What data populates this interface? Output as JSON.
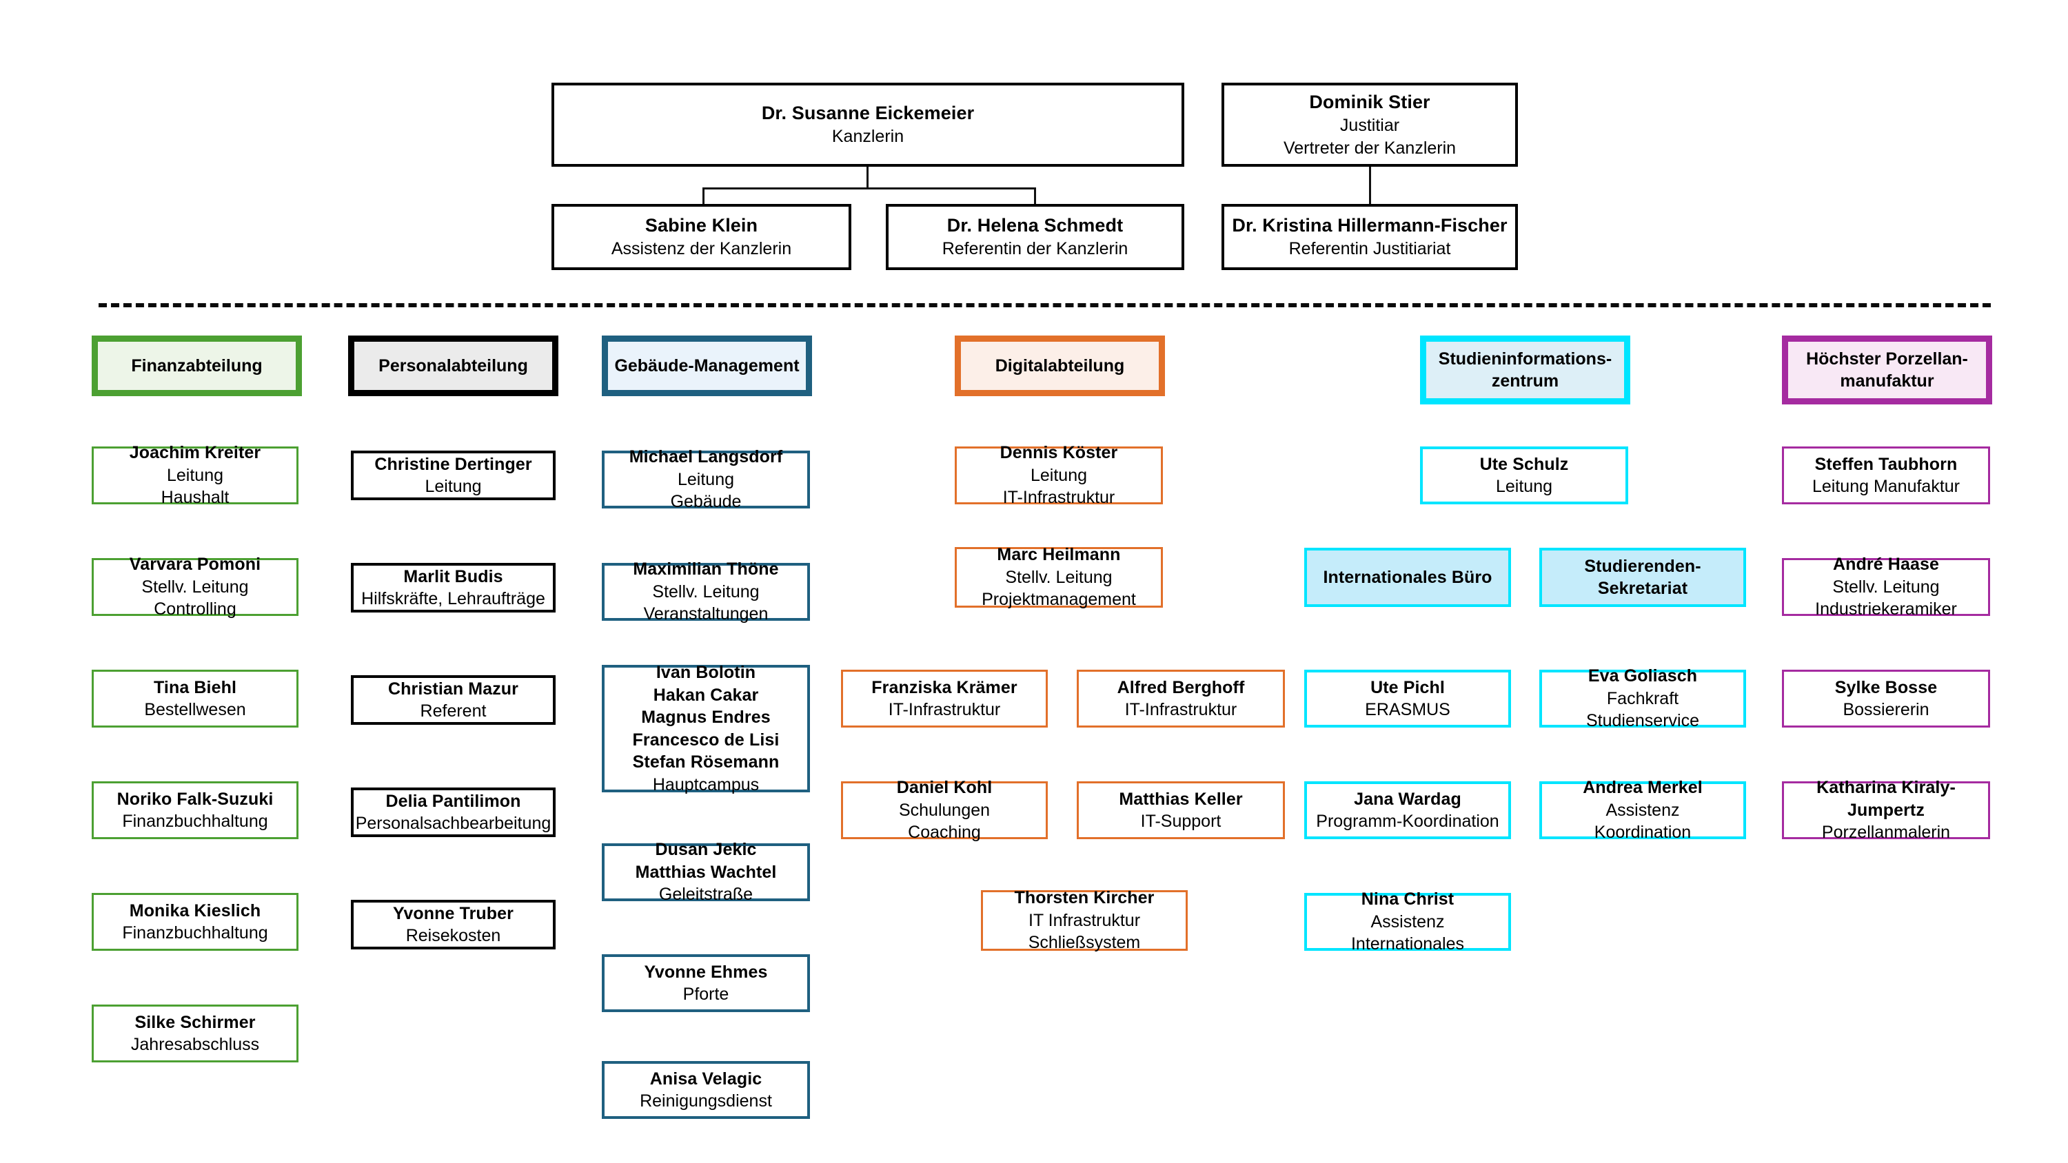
{
  "executive": {
    "chancellor": {
      "name": "Dr. Susanne Eickemeier",
      "role": "Kanzlerin"
    },
    "legal": {
      "name": "Dominik Stier",
      "role": "Justitiar",
      "role2": "Vertreter der Kanzlerin"
    },
    "assistants": [
      {
        "name": "Sabine Klein",
        "role": "Assistenz der Kanzlerin"
      },
      {
        "name": "Dr. Helena Schmedt",
        "role": "Referentin der Kanzlerin"
      },
      {
        "name": "Dr. Kristina Hillermann-Fischer",
        "role": "Referentin Justitiariat"
      }
    ]
  },
  "departments": [
    {
      "header": "Finanzabteilung",
      "accent": "#4CA032",
      "fill": "#EDF5E8",
      "members": [
        {
          "name": "Joachim Kreiter",
          "role": "Leitung",
          "role2": "Haushalt"
        },
        {
          "name": "Varvara Pomoni",
          "role": "Stellv. Leitung",
          "role2": "Controlling"
        },
        {
          "name": "Tina Biehl",
          "role": "Bestellwesen"
        },
        {
          "name": "Noriko Falk-Suzuki",
          "role": "Finanzbuchhaltung"
        },
        {
          "name": "Monika Kieslich",
          "role": "Finanzbuchhaltung"
        },
        {
          "name": "Silke Schirmer",
          "role": "Jahresabschluss"
        }
      ]
    },
    {
      "header": "Personalabteilung",
      "accent": "#000000",
      "fill": "#EBEBEB",
      "members": [
        {
          "name": "Christine Dertinger",
          "role": "Leitung"
        },
        {
          "name": "Marlit Budis",
          "role": "Hilfskräfte, Lehraufträge"
        },
        {
          "name": "Christian Mazur",
          "role": "Referent"
        },
        {
          "name": "Delia Pantilimon",
          "role": "Personalsachbearbeitung"
        },
        {
          "name": "Yvonne Truber",
          "role": "Reisekosten"
        }
      ]
    },
    {
      "header": "Gebäude-Management",
      "accent": "#1F6080",
      "fill": "#EAF3FB",
      "members": [
        {
          "name": "Michael Langsdorf",
          "role": "Leitung",
          "role2": "Gebäude"
        },
        {
          "name": "Maximilian Thöne",
          "role": "Stellv. Leitung",
          "role2": "Veranstaltungen"
        },
        {
          "name": "Ivan Bolotin\nHakan Cakar\nMagnus Endres\nFrancesco de Lisi\nStefan Rösemann",
          "role": "Hauptcampus"
        },
        {
          "name": "Dusan Jekic\nMatthias Wachtel",
          "role": "Geleitstraße"
        },
        {
          "name": "Yvonne Ehmes",
          "role": "Pforte"
        },
        {
          "name": "Anisa Velagic",
          "role": "Reinigungsdienst"
        }
      ]
    },
    {
      "header": "Digitalabteilung",
      "accent": "#E2702A",
      "fill": "#FCEFE8",
      "members": [
        {
          "name": "Dennis Köster",
          "role": "Leitung",
          "role2": "IT-Infrastruktur"
        },
        {
          "name": "Marc Heilmann",
          "role": "Stellv. Leitung",
          "role2": "Projektmanagement"
        },
        {
          "name": "Franziska Krämer",
          "role": "IT-Infrastruktur"
        },
        {
          "name": "Alfred Berghoff",
          "role": "IT-Infrastruktur"
        },
        {
          "name": "Daniel Kohl",
          "role": "Schulungen",
          "role2": "Coaching"
        },
        {
          "name": "Matthias Keller",
          "role": "IT-Support"
        },
        {
          "name": "Thorsten Kircher",
          "role": "IT Infrastruktur",
          "role2": "Schließsystem"
        }
      ]
    },
    {
      "header": "Studieninformations-\nzentrum",
      "accent": "#00E5FF",
      "fill": "#DDEFF7",
      "subgroups": [
        {
          "title": "Internationales Büro"
        },
        {
          "title": "Studierenden-\nSekretariat"
        }
      ],
      "members": [
        {
          "name": "Ute Schulz",
          "role": "Leitung"
        },
        {
          "name": "Ute Pichl",
          "role": "ERASMUS"
        },
        {
          "name": "Eva Goliasch",
          "role": "Fachkraft",
          "role2": "Studienservice"
        },
        {
          "name": "Jana Wardag",
          "role": "Programm-Koordination"
        },
        {
          "name": "Andrea Merkel",
          "role": "Assistenz",
          "role2": "Koordination"
        },
        {
          "name": "Nina Christ",
          "role": "Assistenz",
          "role2": "Internationales"
        }
      ]
    },
    {
      "header": "Höchster Porzellan-\nmanufaktur",
      "accent": "#A52BA0",
      "fill": "#F8E8F5",
      "members": [
        {
          "name": "Steffen Taubhorn",
          "role": "Leitung Manufaktur"
        },
        {
          "name": "André Haase",
          "role": "Stellv. Leitung",
          "role2": "Industriekeramiker"
        },
        {
          "name": "Sylke Bosse",
          "role": "Bossiererin"
        },
        {
          "name": "Katharina Kiraly-\nJumpertz",
          "role": "Porzellanmalerin"
        }
      ]
    }
  ]
}
